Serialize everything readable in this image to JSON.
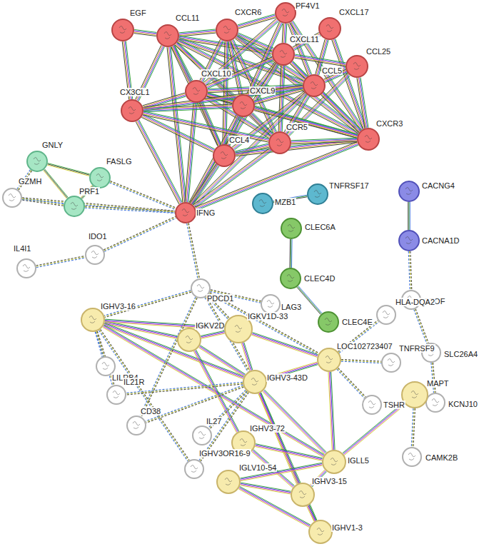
{
  "diagram": {
    "nodes": [
      {
        "text": [
          "EGF"
        ]
      },
      {
        "text": [
          "CCL11"
        ]
      },
      {
        "text": [
          "CXCR6"
        ]
      },
      {
        "text": [
          "PF4V1"
        ]
      },
      {
        "text": [
          "CXCL17"
        ]
      },
      {
        "text": [
          "CXCL11"
        ]
      },
      {
        "text": [
          "CCL25"
        ]
      },
      {
        "text": [
          "CXCL10"
        ]
      },
      {
        "text": [
          "CXCL9"
        ]
      },
      {
        "text": [
          "CCL5"
        ]
      },
      {
        "text": [
          "CX3CL1"
        ]
      },
      {
        "text": [
          "CCL4"
        ]
      },
      {
        "text": [
          "CCR5"
        ]
      },
      {
        "text": [
          "CXCR3"
        ]
      },
      {
        "text": [
          "IFNG"
        ]
      },
      {
        "text": [
          "GNLY"
        ]
      },
      {
        "text": [
          "FASLG"
        ]
      },
      {
        "text": [
          "PRF1"
        ]
      },
      {
        "text": [
          "GZMH"
        ]
      },
      {
        "text": [
          "IDO1"
        ]
      },
      {
        "text": [
          "IL4I1"
        ]
      },
      {
        "text": [
          "PDCD1"
        ]
      },
      {
        "text": [
          "LAG3"
        ]
      },
      {
        "text": [
          "MZB1"
        ]
      },
      {
        "text": [
          "TNFRSF17"
        ]
      },
      {
        "text": [
          "CLEC6A"
        ]
      },
      {
        "text": [
          "CLEC4D"
        ]
      },
      {
        "text": [
          "CLEC4E"
        ]
      },
      {
        "text": [
          "CACNG4"
        ]
      },
      {
        "text": [
          "CACNA1D"
        ]
      },
      {
        "text": [
          "OTOF"
        ]
      },
      {
        "text": [
          "SLC26A4"
        ]
      },
      {
        "text": [
          "KCNJ10"
        ]
      },
      {
        "text": [
          "MAPT"
        ]
      },
      {
        "text": [
          "CAMK2B"
        ]
      },
      {
        "text": [
          "IGHV3-16"
        ]
      },
      {
        "text": [
          "IGKV2D-29"
        ]
      },
      {
        "text": [
          "IGKV1D-33"
        ]
      },
      {
        "text": [
          "LOC102723407"
        ]
      },
      {
        "text": [
          "IGHV3-43D"
        ]
      },
      {
        "text": [
          "IGHV3-72"
        ]
      },
      {
        "text": [
          "IGLL5"
        ]
      },
      {
        "text": [
          "IGLV10-54"
        ]
      },
      {
        "text": [
          "IGHV3-15"
        ]
      },
      {
        "text": [
          "IGHV1-3"
        ]
      },
      {
        "text": [
          "LILRB4"
        ]
      },
      {
        "text": [
          "IL21R"
        ]
      },
      {
        "text": [
          "CD38"
        ]
      },
      {
        "text": [
          "IL27"
        ]
      },
      {
        "text": [
          "IGHV3OR16-9"
        ]
      },
      {
        "text": [
          "HLA-DQA2"
        ]
      },
      {
        "text": [
          "TNFRSF9"
        ]
      },
      {
        "text": [
          "TSHR"
        ]
      }
    ],
    "edges": [
      {
        "from": 0,
        "to": 1,
        "arrow": "none"
      },
      {
        "from": 0,
        "to": 10,
        "arrow": "none"
      },
      {
        "from": 1,
        "to": 2,
        "arrow": "none"
      },
      {
        "from": 1,
        "to": 5,
        "arrow": "none"
      },
      {
        "from": 1,
        "to": 7,
        "arrow": "none"
      },
      {
        "from": 1,
        "to": 8,
        "arrow": "none"
      },
      {
        "from": 1,
        "to": 9,
        "arrow": "none"
      },
      {
        "from": 1,
        "to": 10,
        "arrow": "none"
      },
      {
        "from": 1,
        "to": 11,
        "arrow": "none"
      },
      {
        "from": 1,
        "to": 12,
        "arrow": "none"
      },
      {
        "from": 1,
        "to": 13,
        "arrow": "none"
      },
      {
        "from": 1,
        "to": 14,
        "arrow": "none"
      },
      {
        "from": 2,
        "to": 3,
        "arrow": "none"
      },
      {
        "from": 2,
        "to": 5,
        "arrow": "none"
      },
      {
        "from": 2,
        "to": 7,
        "arrow": "none"
      },
      {
        "from": 2,
        "to": 8,
        "arrow": "none"
      },
      {
        "from": 2,
        "to": 9,
        "arrow": "none"
      },
      {
        "from": 2,
        "to": 12,
        "arrow": "none"
      },
      {
        "from": 2,
        "to": 13,
        "arrow": "none"
      },
      {
        "from": 2,
        "to": 11,
        "arrow": "none"
      },
      {
        "from": 3,
        "to": 5,
        "arrow": "none"
      },
      {
        "from": 3,
        "to": 9,
        "arrow": "none"
      },
      {
        "from": 3,
        "to": 13,
        "arrow": "none"
      },
      {
        "from": 3,
        "to": 7,
        "arrow": "none"
      },
      {
        "from": 3,
        "to": 8,
        "arrow": "none"
      },
      {
        "from": 4,
        "to": 5,
        "arrow": "none"
      },
      {
        "from": 4,
        "to": 9,
        "arrow": "none"
      },
      {
        "from": 4,
        "to": 13,
        "arrow": "none"
      },
      {
        "from": 5,
        "to": 6,
        "arrow": "none"
      },
      {
        "from": 5,
        "to": 7,
        "arrow": "none"
      },
      {
        "from": 5,
        "to": 8,
        "arrow": "none"
      },
      {
        "from": 5,
        "to": 9,
        "arrow": "none"
      },
      {
        "from": 5,
        "to": 12,
        "arrow": "none"
      },
      {
        "from": 5,
        "to": 13,
        "arrow": "none"
      },
      {
        "from": 5,
        "to": 14,
        "arrow": "none"
      },
      {
        "from": 6,
        "to": 9,
        "arrow": "none"
      },
      {
        "from": 6,
        "to": 13,
        "arrow": "none"
      },
      {
        "from": 6,
        "to": 12,
        "arrow": "none"
      },
      {
        "from": 7,
        "to": 8,
        "arrow": "none"
      },
      {
        "from": 7,
        "to": 9,
        "arrow": "none"
      },
      {
        "from": 7,
        "to": 10,
        "arrow": "none"
      },
      {
        "from": 7,
        "to": 11,
        "arrow": "none"
      },
      {
        "from": 7,
        "to": 12,
        "arrow": "none"
      },
      {
        "from": 7,
        "to": 13,
        "arrow": "none"
      },
      {
        "from": 7,
        "to": 14,
        "arrow": "none"
      },
      {
        "from": 8,
        "to": 9,
        "arrow": "none"
      },
      {
        "from": 8,
        "to": 10,
        "arrow": "none"
      },
      {
        "from": 8,
        "to": 11,
        "arrow": "none"
      },
      {
        "from": 8,
        "to": 12,
        "arrow": "none"
      },
      {
        "from": 8,
        "to": 13,
        "arrow": "none"
      },
      {
        "from": 8,
        "to": 14,
        "arrow": "none"
      },
      {
        "from": 9,
        "to": 10,
        "arrow": "none"
      },
      {
        "from": 9,
        "to": 11,
        "arrow": "none"
      },
      {
        "from": 9,
        "to": 12,
        "arrow": "none"
      },
      {
        "from": 9,
        "to": 13,
        "arrow": "none"
      },
      {
        "from": 9,
        "to": 14,
        "arrow": "none"
      },
      {
        "from": 10,
        "to": 11,
        "arrow": "none"
      },
      {
        "from": 10,
        "to": 12,
        "arrow": "none"
      },
      {
        "from": 10,
        "to": 14,
        "arrow": "none"
      },
      {
        "from": 11,
        "to": 12,
        "arrow": "none"
      },
      {
        "from": 11,
        "to": 13,
        "arrow": "none"
      },
      {
        "from": 11,
        "to": 14,
        "arrow": "none"
      },
      {
        "from": 12,
        "to": 13,
        "arrow": "none"
      },
      {
        "from": 12,
        "to": 14,
        "arrow": "none"
      },
      {
        "from": 13,
        "to": 14,
        "arrow": "none"
      },
      {
        "from": 15,
        "to": 16,
        "arrow": "none"
      },
      {
        "from": 15,
        "to": 17,
        "arrow": "none"
      },
      {
        "from": 16,
        "to": 17,
        "arrow": "none"
      },
      {
        "from": 15,
        "to": 18,
        "arrow": "none"
      },
      {
        "from": 17,
        "to": 18,
        "arrow": "none"
      },
      {
        "from": 16,
        "to": 14,
        "arrow": "none"
      },
      {
        "from": 17,
        "to": 14,
        "arrow": "none"
      },
      {
        "from": 18,
        "to": 14,
        "arrow": "none"
      },
      {
        "from": 20,
        "to": 19,
        "arrow": "none"
      },
      {
        "from": 19,
        "to": 14,
        "arrow": "none"
      },
      {
        "from": 14,
        "to": 21,
        "arrow": "none"
      },
      {
        "from": 21,
        "to": 22,
        "arrow": "none"
      },
      {
        "from": 23,
        "to": 24,
        "arrow": "none"
      },
      {
        "from": 25,
        "to": 26,
        "arrow": "none"
      },
      {
        "from": 26,
        "to": 27,
        "arrow": "none"
      },
      {
        "from": 28,
        "to": 29,
        "arrow": "none"
      },
      {
        "from": 29,
        "to": 30,
        "arrow": "none"
      },
      {
        "from": 30,
        "to": 31,
        "arrow": "none"
      },
      {
        "from": 31,
        "to": 32,
        "arrow": "none"
      },
      {
        "from": 33,
        "to": 34,
        "arrow": "none"
      },
      {
        "from": 35,
        "to": 36,
        "arrow": "none"
      },
      {
        "from": 35,
        "to": 37,
        "arrow": "none"
      },
      {
        "from": 35,
        "to": 39,
        "arrow": "none"
      },
      {
        "from": 35,
        "to": 41,
        "arrow": "none"
      },
      {
        "from": 36,
        "to": 37,
        "arrow": "none"
      },
      {
        "from": 36,
        "to": 39,
        "arrow": "none"
      },
      {
        "from": 36,
        "to": 40,
        "arrow": "none"
      },
      {
        "from": 37,
        "to": 39,
        "arrow": "none"
      },
      {
        "from": 37,
        "to": 38,
        "arrow": "none"
      },
      {
        "from": 38,
        "to": 39,
        "arrow": "none"
      },
      {
        "from": 38,
        "to": 41,
        "arrow": "none"
      },
      {
        "from": 39,
        "to": 41,
        "arrow": "none"
      },
      {
        "from": 39,
        "to": 43,
        "arrow": "none"
      },
      {
        "from": 39,
        "to": 44,
        "arrow": "none"
      },
      {
        "from": 40,
        "to": 41,
        "arrow": "none"
      },
      {
        "from": 40,
        "to": 43,
        "arrow": "none"
      },
      {
        "from": 42,
        "to": 43,
        "arrow": "none"
      },
      {
        "from": 42,
        "to": 41,
        "arrow": "none"
      },
      {
        "from": 41,
        "to": 43,
        "arrow": "none"
      },
      {
        "from": 43,
        "to": 44,
        "arrow": "none"
      },
      {
        "from": 42,
        "to": 44,
        "arrow": "none"
      },
      {
        "from": 35,
        "to": 45,
        "arrow": "none"
      },
      {
        "from": 35,
        "to": 46,
        "arrow": "none"
      },
      {
        "from": 35,
        "to": 49,
        "arrow": "none"
      },
      {
        "from": 39,
        "to": 46,
        "arrow": "none"
      },
      {
        "from": 39,
        "to": 47,
        "arrow": "none"
      },
      {
        "from": 39,
        "to": 48,
        "arrow": "none"
      },
      {
        "from": 21,
        "to": 35,
        "arrow": "none"
      },
      {
        "from": 21,
        "to": 39,
        "arrow": "none"
      },
      {
        "from": 21,
        "to": 38,
        "arrow": "none"
      },
      {
        "from": 21,
        "to": 47,
        "arrow": "none"
      },
      {
        "from": 21,
        "to": 37,
        "arrow": "none"
      },
      {
        "from": 38,
        "to": 50,
        "arrow": "none"
      },
      {
        "from": 38,
        "to": 51,
        "arrow": "none"
      },
      {
        "from": 38,
        "to": 52,
        "arrow": "none"
      },
      {
        "from": 41,
        "to": 33,
        "arrow": "none"
      },
      {
        "from": 39,
        "to": 49,
        "arrow": "none"
      }
    ]
  }
}
